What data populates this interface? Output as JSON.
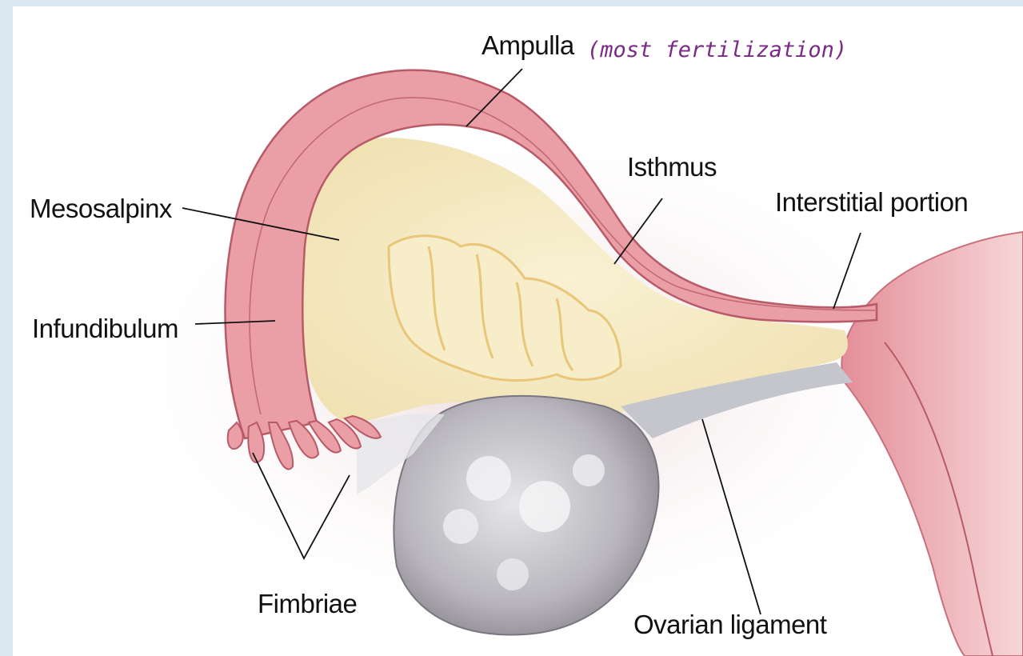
{
  "labels": {
    "ampulla": "Ampulla",
    "ampulla_note": "(most fertilization)",
    "isthmus": "Isthmus",
    "interstitial": "Interstitial portion",
    "mesosalpinx": "Mesosalpinx",
    "infundibulum": "Infundibulum",
    "fimbriae": "Fimbriae",
    "ovarian_ligament": "Ovarian ligament"
  },
  "colors": {
    "tube": "#e89aa2",
    "tube_edge": "#b85a68",
    "mesosalpinx": "#f6ecc6",
    "ovary": "#c8c8cc",
    "uterus": "#e8a0a6",
    "annotation": "#7a2a86"
  }
}
